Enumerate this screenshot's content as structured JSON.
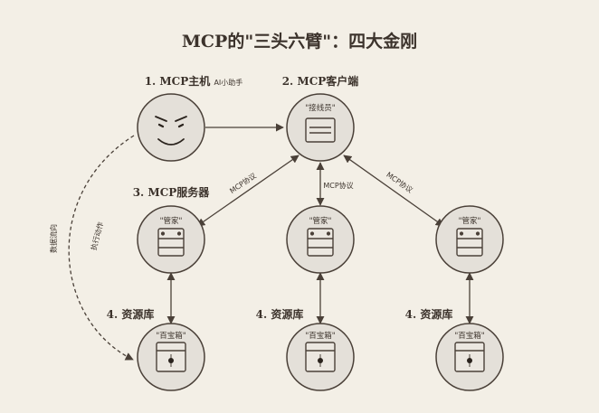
{
  "title": "MCP的\"三头六臂\"：四大金刚",
  "host": {
    "label": "1. MCP主机",
    "sublabel": "AI小助手"
  },
  "client": {
    "label": "2. MCP客户端",
    "tag": "\"接线员\""
  },
  "server": {
    "label": "3. MCP服务器",
    "tag": "\"管家\""
  },
  "resource": {
    "label": "4. 资源库",
    "tag": "\"百宝箱\""
  },
  "protocol_label": "MCP协议",
  "side_labels": {
    "data_flow": "数据流向",
    "execute": "执行动作"
  },
  "colors": {
    "background": "#f3efe6",
    "node_fill": "#e4e0d9",
    "stroke": "#4a4038",
    "text": "#3c332c"
  },
  "icons": {
    "host": "smiling-face-icon",
    "client": "switchboard-icon",
    "server": "server-rack-icon",
    "resource": "treasure-box-icon"
  }
}
